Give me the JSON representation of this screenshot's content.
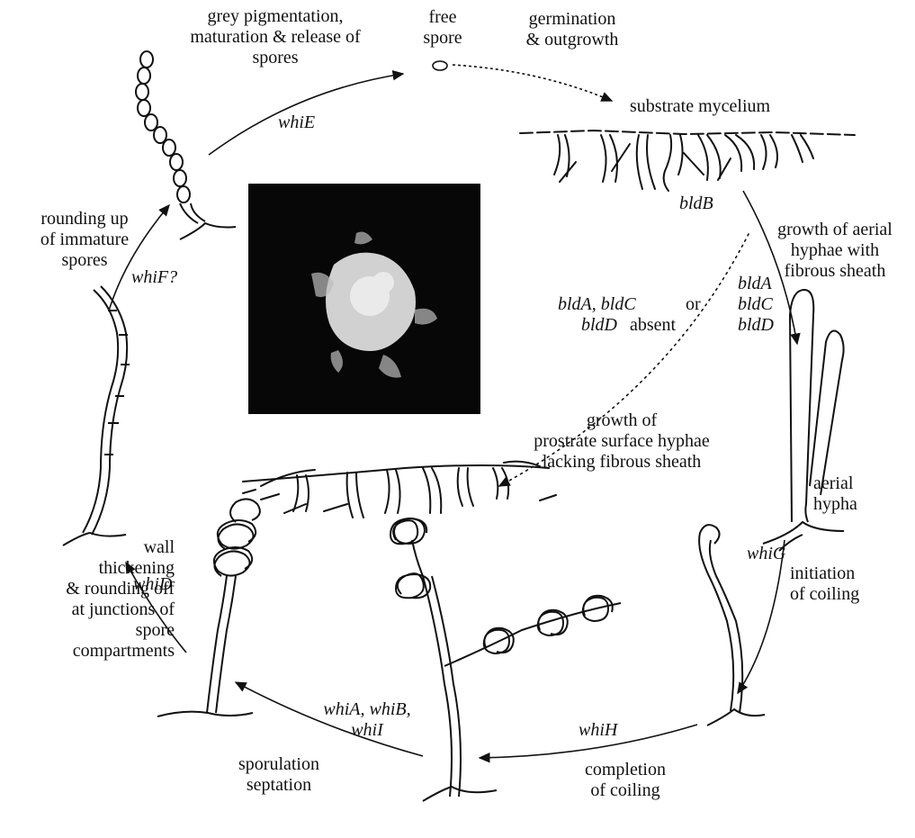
{
  "stages": {
    "free_spore": "free\nspore",
    "germination": "germination\n& outgrowth",
    "substrate_mycelium": "substrate mycelium",
    "aerial_growth": "growth of aerial\nhyphae with\nfibrous sheath",
    "aerial_hypha": "aerial\nhypha",
    "initiation_coiling": "initiation\nof coiling",
    "completion_coiling": "completion\nof coiling",
    "sporulation": "sporulation\nseptation",
    "wall_thickening": "wall\nthickening\n& rounding off\nat junctions of\nspore\ncompartments",
    "rounding_up": "rounding up\nof immature\nspores",
    "grey_pigmentation": "grey pigmentation,\nmaturation & release of\nspores",
    "prostrate_growth": "growth of\nprostrate surface hyphae\nlacking fibrous sheath",
    "bld_absent_1": "or",
    "bld_absent_2": "absent"
  },
  "genes": {
    "bldB": "bldB",
    "bldA_stack": "bldA\nbldC\nbldD",
    "bldA_absent": "bldA, bldC",
    "bldD_absent": "bldD",
    "whiG": "whiG",
    "whiH": "whiH",
    "whiABI": "whiA, whiB,\nwhiI",
    "whiD": "whiD",
    "whiF": "whiF?",
    "whiE": "whiE"
  },
  "colors": {
    "ink": "#111111",
    "photo_bg": "#070707",
    "colony": "#e8e8e8"
  }
}
